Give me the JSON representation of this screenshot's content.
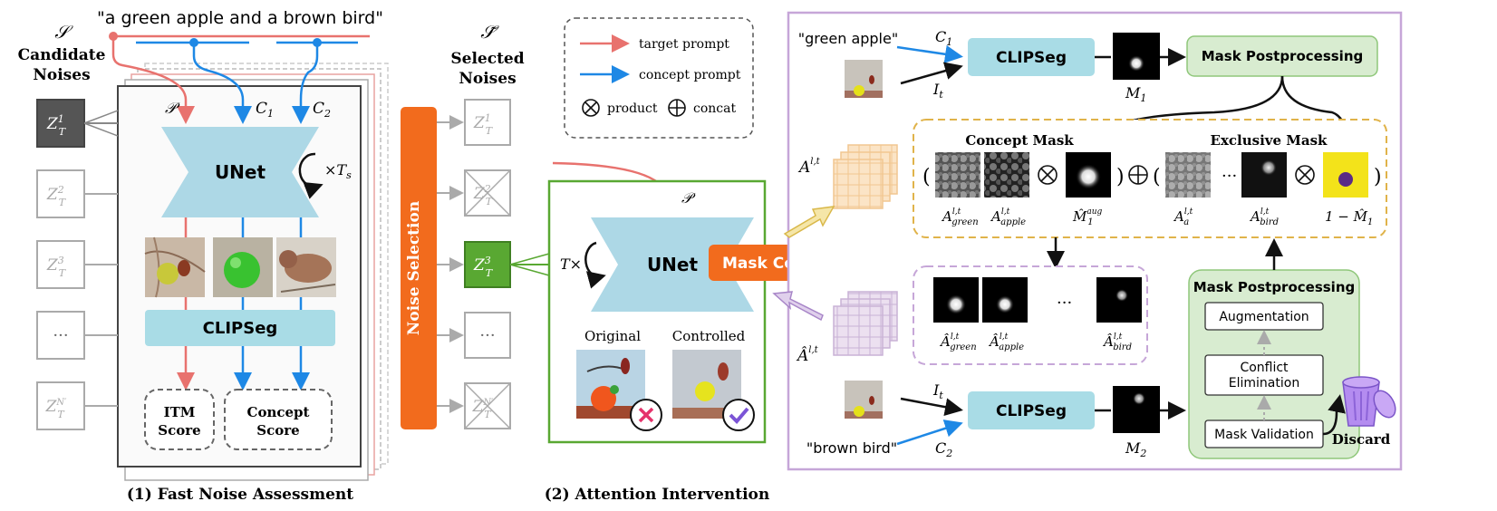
{
  "prompt": "\"a green apple and a brown bird\"",
  "left": {
    "candidate_symbol": "𝒮",
    "candidate_line1": "Candidate",
    "candidate_line2": "Noises",
    "P": "𝒫",
    "C1": "C",
    "C1_sub": "1",
    "C2": "C",
    "C2_sub": "2",
    "unet": "UNet",
    "times_Ts": "×T",
    "Ts_sub": "s",
    "clipseg": "CLIPSeg",
    "itm_1": "ITM",
    "itm_2": "Score",
    "concept_1": "Concept",
    "concept_2": "Score",
    "caption": "(1) Fast Noise Assessment",
    "z1": "Z",
    "z1_sup": "1",
    "z2_sup": "2",
    "z3_sup": "3",
    "dots": "···",
    "zn_sup": "N′",
    "z_sub": "T"
  },
  "selection": {
    "label": "Noise Selection",
    "tilde_s": "𝒮̃",
    "line1": "Selected",
    "line2": "Noises"
  },
  "legend": {
    "target": "target prompt",
    "concept": "concept prompt",
    "product": "product",
    "concat": "concat"
  },
  "middle": {
    "P": "𝒫",
    "T_times": "T×",
    "unet": "UNet",
    "mask_control": "Mask Control",
    "original": "Original",
    "controlled": "Controlled",
    "caption": "(2) Attention Intervention"
  },
  "right": {
    "green_apple": "\"green apple\"",
    "brown_bird": "\"brown bird\"",
    "clipseg": "CLIPSeg",
    "mask_post_top": "Mask Postprocessing",
    "mask_post_box": "Mask Postprocessing",
    "concept_mask": "Concept Mask",
    "exclusive_mask": "Exclusive Mask",
    "augmentation": "Augmentation",
    "conflict_1": "Conflict",
    "conflict_2": "Elimination",
    "validation": "Mask Validation",
    "discard": "Discard",
    "It": "I",
    "t_sub": "t",
    "M1": "M",
    "M1_sub": "1",
    "M2": "M",
    "M2_sub": "2",
    "A": "A",
    "A_sup": "l,t",
    "Ahat": "Â",
    "green": "green",
    "apple": "apple",
    "bird": "bird",
    "a_sub": "a",
    "M1aug": "M̂",
    "aug_sup": "aug",
    "one_minus": "1 − M̂",
    "ellipsis": "···"
  },
  "colors": {
    "target": "#e8726e",
    "concept": "#1e88e5",
    "unet": "#add8e6",
    "clipseg": "#a9dce6",
    "noise_sel": "#f26b1d",
    "mask_ctrl": "#f26b1d",
    "green": "#59a832",
    "purple_frame": "#c6a6d8",
    "gold": "#e0b34a",
    "post_fill": "#d8ecd0"
  }
}
